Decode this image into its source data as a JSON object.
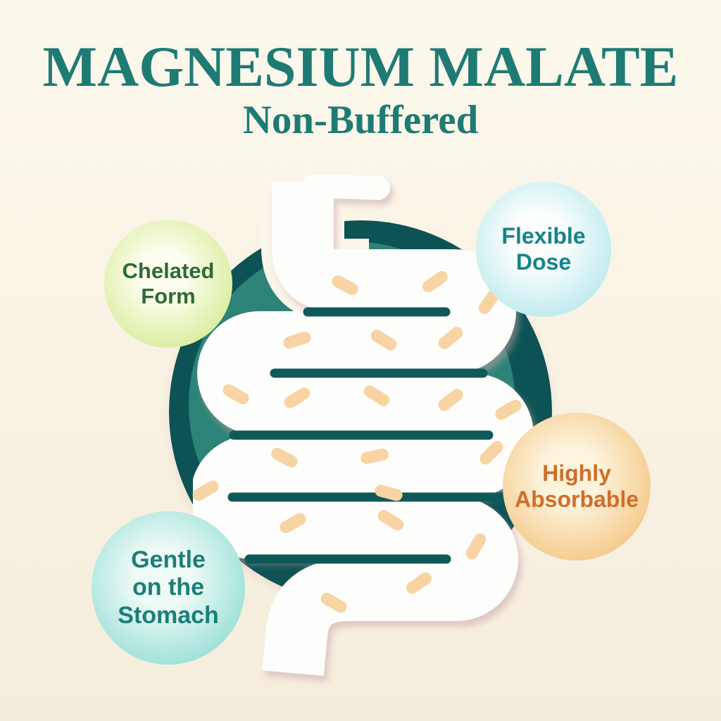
{
  "title": {
    "text": "MAGNESIUM MALATE",
    "color": "#1e7b74"
  },
  "subtitle": {
    "text": "Non-Buffered",
    "color": "#1e7b74"
  },
  "bubbles": [
    {
      "name": "chelated-form",
      "lines": [
        "Chelated",
        "Form"
      ],
      "text_color": "#2e6b35",
      "gradient": {
        "center": "#fcfdee",
        "edge": "#cde77e"
      }
    },
    {
      "name": "flexible-dose",
      "lines": [
        "Flexible",
        "Dose"
      ],
      "text_color": "#15848b",
      "gradient": {
        "center": "#fdfffd",
        "edge": "#a5e2e9"
      }
    },
    {
      "name": "highly-absorbable",
      "lines": [
        "Highly",
        "Absorbable"
      ],
      "text_color": "#d06e2a",
      "gradient": {
        "center": "#fdf4dd",
        "edge": "#f1b96b"
      }
    },
    {
      "name": "gentle-on-the-stomach",
      "lines": [
        "Gentle",
        "on the",
        "Stomach"
      ],
      "text_color": "#1c7e78",
      "gradient": {
        "center": "#eefaf6",
        "edge": "#7cd6cc"
      }
    }
  ],
  "illustration": {
    "name": "intestines-diagram",
    "colors": {
      "background_top": "#fcf8ec",
      "background_bottom": "#f5eddc",
      "circle_dark": "#0c5254",
      "circle_light": "#2d8377",
      "intestine_fill": "#fdfdfb",
      "fold_line": "#0f5a58",
      "particle": "#f8d3a3",
      "halo": "#fbf6ea",
      "intestine_shadow": "#c9a2a8",
      "circle_shadow": "#d8bfb4"
    },
    "particles": [
      [
        490,
        405,
        28
      ],
      [
        618,
        400,
        -35
      ],
      [
        695,
        428,
        -55
      ],
      [
        422,
        483,
        -18
      ],
      [
        545,
        483,
        32
      ],
      [
        640,
        480,
        -40
      ],
      [
        335,
        560,
        30
      ],
      [
        422,
        565,
        -32
      ],
      [
        535,
        562,
        32
      ],
      [
        640,
        568,
        -38
      ],
      [
        722,
        582,
        -30
      ],
      [
        292,
        697,
        -30
      ],
      [
        404,
        650,
        28
      ],
      [
        532,
        648,
        -12
      ],
      [
        698,
        643,
        -45
      ],
      [
        552,
        700,
        15
      ],
      [
        416,
        743,
        -30
      ],
      [
        555,
        739,
        32
      ],
      [
        676,
        776,
        -60
      ],
      [
        595,
        828,
        -35
      ],
      [
        474,
        856,
        30
      ]
    ]
  }
}
